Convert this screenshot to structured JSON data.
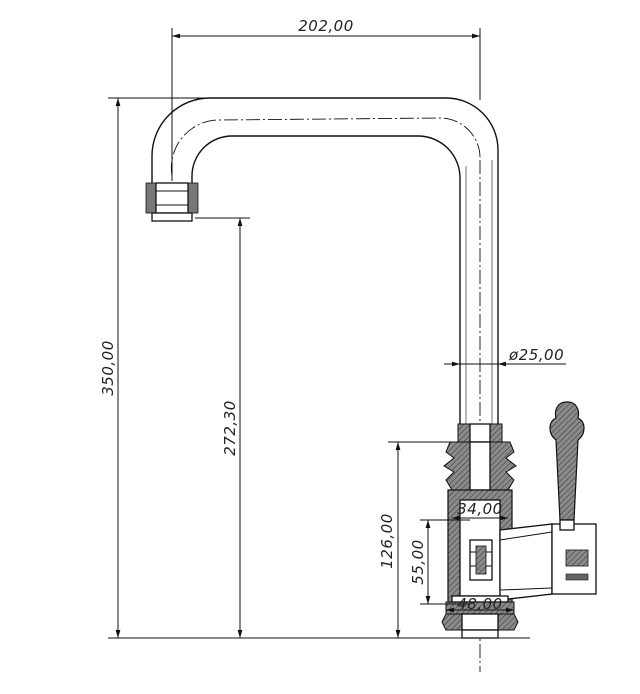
{
  "dimensions": {
    "spout_reach": "202,00",
    "total_height": "350,00",
    "outlet_height": "272,30",
    "pipe_diameter": "ø25,00",
    "body_height": "126,00",
    "body_width": "34,00",
    "handle_height": "55,00",
    "base_width": "48,00"
  },
  "colors": {
    "line": "#111111",
    "hatch": "#777777",
    "background": "#ffffff"
  }
}
